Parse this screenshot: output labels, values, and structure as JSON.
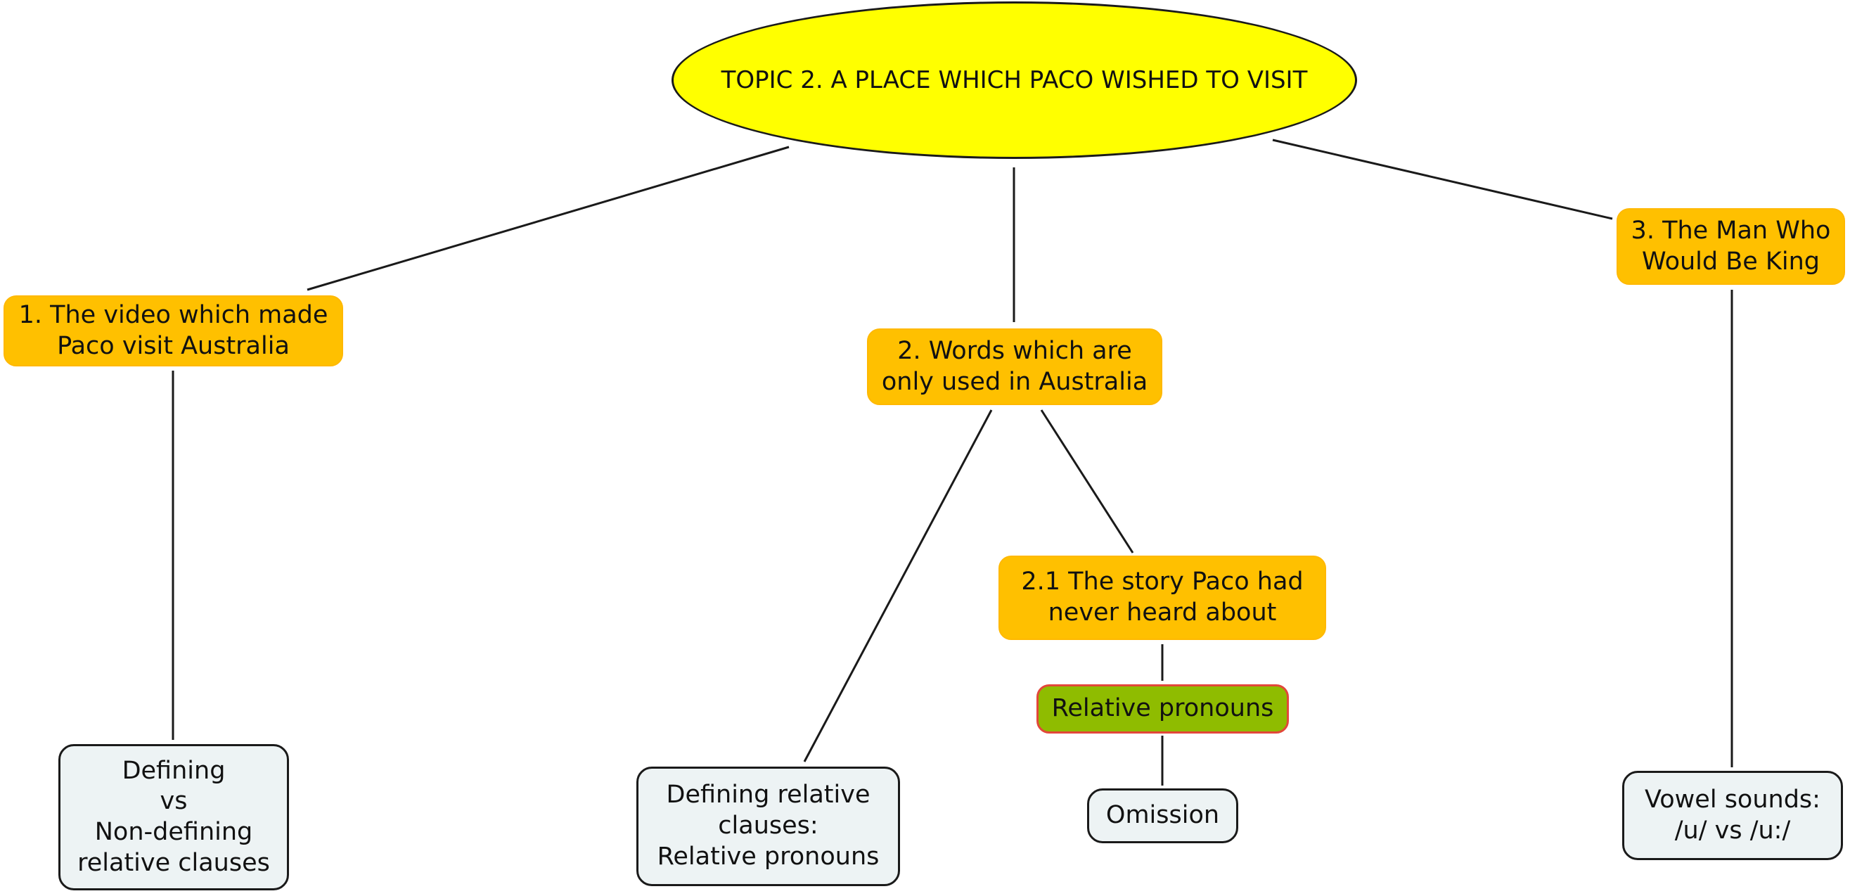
{
  "root": {
    "label": "TOPIC 2. A PLACE WHICH PACO WISHED TO VISIT"
  },
  "nodes": {
    "n1": "1. The video which made\nPaco visit Australia",
    "n2": "2. Words which are\nonly used in Australia",
    "n3": "3. The Man Who\nWould Be King",
    "n2_1": "2.1 The story Paco had\nnever heard about",
    "relative_pronouns": "Relative pronouns",
    "defining_vs_nondefining": "Defining\nvs\nNon-defining\nrelative clauses",
    "defining_relative_clauses": "Defining relative\nclauses:\nRelative pronouns",
    "omission": "Omission",
    "vowel_sounds": "Vowel sounds:\n/u/ vs /u:/"
  },
  "colors": {
    "root_fill": "#ffff00",
    "topic_fill": "#ffc000",
    "highlight_fill": "#8fbc00",
    "highlight_border": "#e2473a",
    "leaf_fill": "#edf3f4"
  }
}
